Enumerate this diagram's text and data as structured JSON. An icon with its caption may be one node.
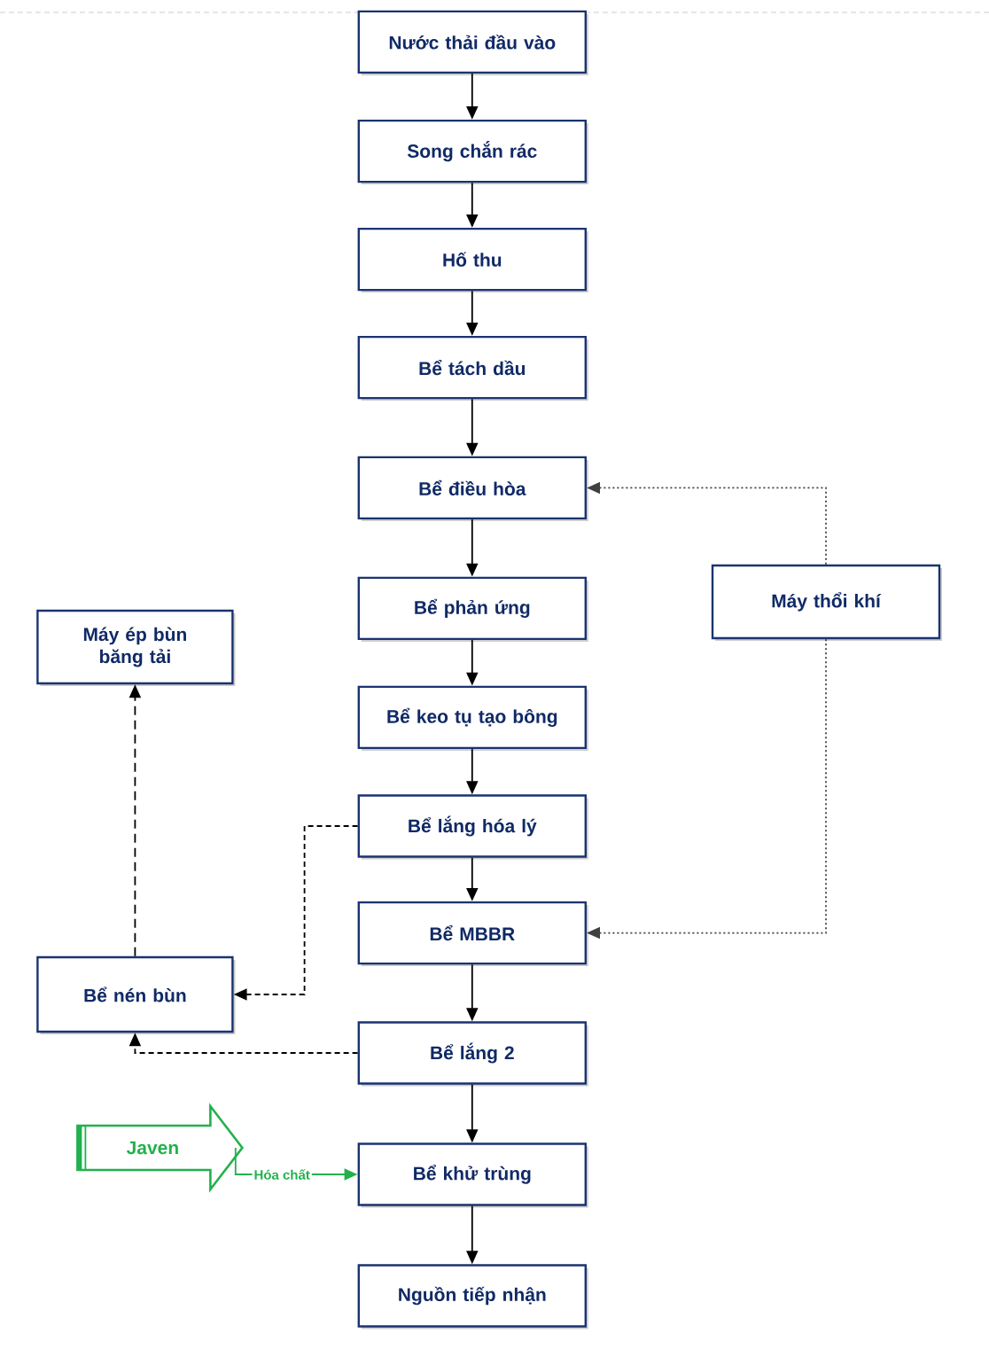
{
  "diagram": {
    "nodes": [
      {
        "text": [
          "Nước thải đầu vào"
        ]
      },
      {
        "text": [
          "Song chắn rác"
        ]
      },
      {
        "text": [
          "Hố thu"
        ]
      },
      {
        "text": [
          "Bể tách dầu"
        ]
      },
      {
        "text": [
          "Bể điều hòa"
        ]
      },
      {
        "text": [
          "Bể phản ứng"
        ]
      },
      {
        "text": [
          "Bể keo tụ tạo bông"
        ]
      },
      {
        "text": [
          "Bể lắng hóa lý"
        ]
      },
      {
        "text": [
          "Bể MBBR"
        ]
      },
      {
        "text": [
          "Bể lắng 2"
        ]
      },
      {
        "text": [
          "Bể khử trùng"
        ]
      },
      {
        "text": [
          "Nguồn tiếp nhận"
        ]
      },
      {
        "text": [
          "Máy thổi khí"
        ]
      },
      {
        "text": [
          "Máy ép bùn băng tải"
        ]
      },
      {
        "text": [
          "Bể nén bùn"
        ]
      },
      {
        "text": [
          "Javen"
        ]
      }
    ],
    "edges": [
      {
        "from": 0,
        "to": 1,
        "arrow": "to"
      },
      {
        "from": 1,
        "to": 2,
        "arrow": "to"
      },
      {
        "from": 2,
        "to": 3,
        "arrow": "to"
      },
      {
        "from": 3,
        "to": 4,
        "arrow": "to"
      },
      {
        "from": 4,
        "to": 5,
        "arrow": "to"
      },
      {
        "from": 5,
        "to": 6,
        "arrow": "to"
      },
      {
        "from": 6,
        "to": 7,
        "arrow": "to"
      },
      {
        "from": 7,
        "to": 8,
        "arrow": "to"
      },
      {
        "from": 8,
        "to": 9,
        "arrow": "to"
      },
      {
        "from": 9,
        "to": 10,
        "arrow": "to"
      },
      {
        "from": 10,
        "to": 11,
        "arrow": "to"
      },
      {
        "from": 12,
        "to": 4,
        "arrow": "to",
        "style": "dashed"
      },
      {
        "from": 12,
        "to": 8,
        "arrow": "to",
        "style": "dashed"
      },
      {
        "from": 7,
        "to": 14,
        "arrow": "to",
        "style": "dashed"
      },
      {
        "from": 9,
        "to": 14,
        "arrow": "to",
        "style": "dashed"
      },
      {
        "from": 14,
        "to": 13,
        "arrow": "to",
        "style": "dashed"
      },
      {
        "from": 15,
        "to": 10,
        "arrow": "to",
        "label": "Hóa chất",
        "color": "#22b14c"
      }
    ]
  }
}
